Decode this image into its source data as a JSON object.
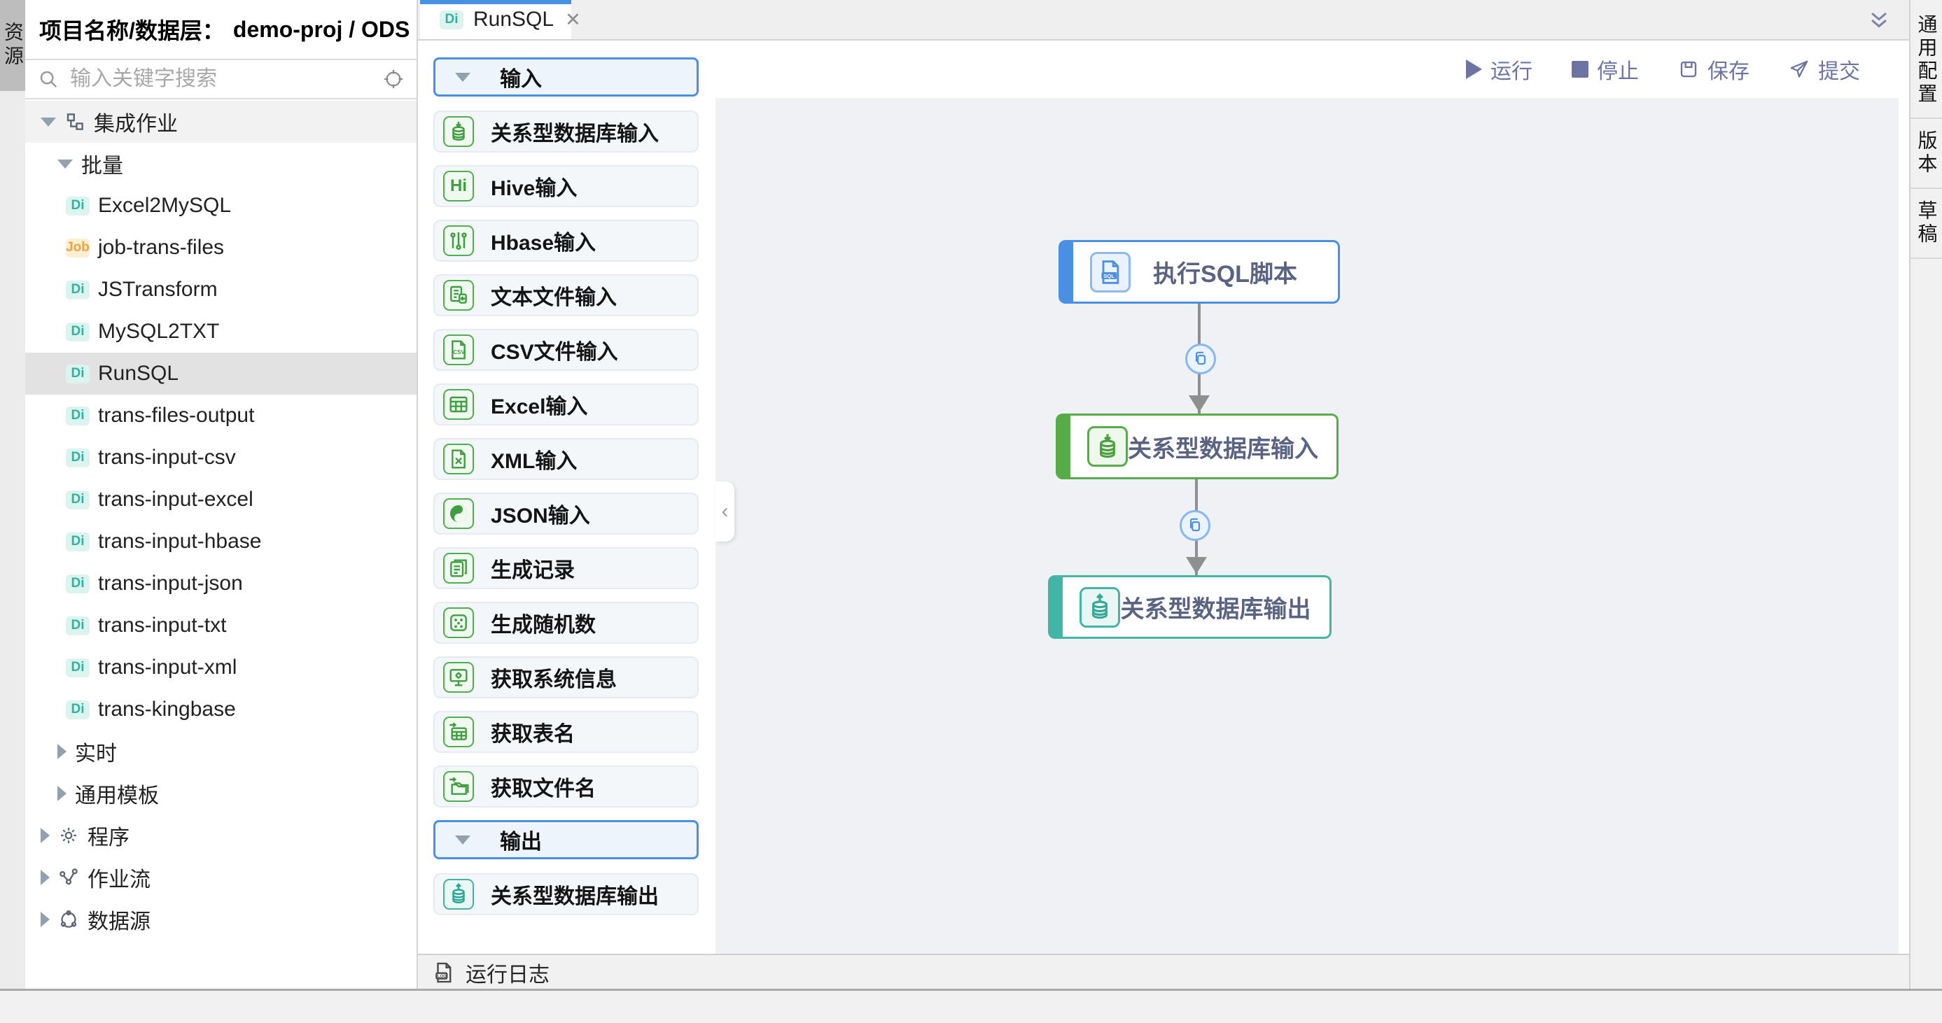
{
  "left_rail": {
    "tab_label": "资源"
  },
  "sidebar": {
    "header_label": "项目名称/数据层：",
    "header_value": "demo-proj / ODS",
    "search_placeholder": "输入关键字搜索",
    "tree": [
      {
        "label": "集成作业",
        "badge": ""
      },
      {
        "label": "批量",
        "badge": ""
      },
      {
        "label": "Excel2MySQL",
        "badge": "Di"
      },
      {
        "label": "job-trans-files",
        "badge": "Job"
      },
      {
        "label": "JSTransform",
        "badge": "Di"
      },
      {
        "label": "MySQL2TXT",
        "badge": "Di"
      },
      {
        "label": "RunSQL",
        "badge": "Di"
      },
      {
        "label": "trans-files-output",
        "badge": "Di"
      },
      {
        "label": "trans-input-csv",
        "badge": "Di"
      },
      {
        "label": "trans-input-excel",
        "badge": "Di"
      },
      {
        "label": "trans-input-hbase",
        "badge": "Di"
      },
      {
        "label": "trans-input-json",
        "badge": "Di"
      },
      {
        "label": "trans-input-txt",
        "badge": "Di"
      },
      {
        "label": "trans-input-xml",
        "badge": "Di"
      },
      {
        "label": "trans-kingbase",
        "badge": "Di"
      },
      {
        "label": "实时",
        "badge": ""
      },
      {
        "label": "通用模板",
        "badge": ""
      },
      {
        "label": "程序",
        "badge": ""
      },
      {
        "label": "作业流",
        "badge": ""
      },
      {
        "label": "数据源",
        "badge": ""
      }
    ]
  },
  "tabbar": {
    "active_tab_badge": "Di",
    "active_tab_label": "RunSQL",
    "close_glyph": "✕"
  },
  "toolbar": {
    "run": "运行",
    "stop": "停止",
    "save": "保存",
    "submit": "提交"
  },
  "palette": {
    "input_header": "输入",
    "output_header": "输出",
    "input_items": [
      "关系型数据库输入",
      "Hive输入",
      "Hbase输入",
      "文本文件输入",
      "CSV文件输入",
      "Excel输入",
      "XML输入",
      "JSON输入",
      "生成记录",
      "生成随机数",
      "获取系统信息",
      "获取表名",
      "获取文件名"
    ],
    "output_items": [
      "关系型数据库输出"
    ],
    "hive_glyph": "Hi",
    "csv_glyph": "CSV",
    "sql_glyph": "SQL"
  },
  "canvas": {
    "nodes": [
      {
        "label": "执行SQL脚本",
        "color": "blue"
      },
      {
        "label": "关系型数据库输入",
        "color": "green"
      },
      {
        "label": "关系型数据库输出",
        "color": "teal"
      }
    ],
    "collapse_glyph": "‹"
  },
  "bottombar": {
    "log_label": "运行日志",
    "log_icon_glyph": "LOG"
  },
  "right_rail": {
    "tabs": [
      "通用配置",
      "版本",
      "草稿"
    ]
  },
  "colors": {
    "accent_blue": "#4a90e2",
    "node_green": "#57ab49",
    "node_teal": "#43b5a5",
    "di_badge": "#2cb3a1",
    "job_badge": "#f0a23b",
    "toolbar_indigo": "#6b74a3",
    "canvas_bg": "#f0f1f4"
  }
}
